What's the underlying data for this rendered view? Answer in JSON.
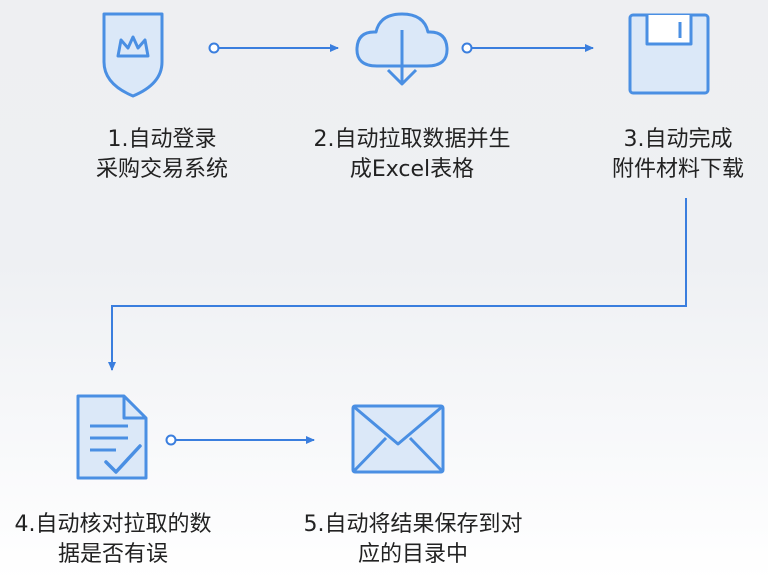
{
  "colors": {
    "icon_fill": "#dbe8f8",
    "icon_stroke": "#4a8fe3",
    "connector": "#3a7ede",
    "text": "#222222"
  },
  "steps": [
    {
      "number": 1,
      "line1": "1.自动登录",
      "line2": "采购交易系统",
      "icon": "shield-crown-icon"
    },
    {
      "number": 2,
      "line1": "2.自动拉取数据并生",
      "line2": "成Excel表格",
      "icon": "cloud-download-icon"
    },
    {
      "number": 3,
      "line1": "3.自动完成",
      "line2": "附件材料下载",
      "icon": "floppy-disk-icon"
    },
    {
      "number": 4,
      "line1": "4.自动核对拉取的数",
      "line2": "据是否有误",
      "icon": "document-check-icon"
    },
    {
      "number": 5,
      "line1": "5.自动将结果保存到对",
      "line2": "应的目录中",
      "icon": "envelope-icon"
    }
  ],
  "connections": [
    {
      "from": 1,
      "to": 2
    },
    {
      "from": 2,
      "to": 3
    },
    {
      "from": 3,
      "to": 4
    },
    {
      "from": 4,
      "to": 5
    }
  ]
}
